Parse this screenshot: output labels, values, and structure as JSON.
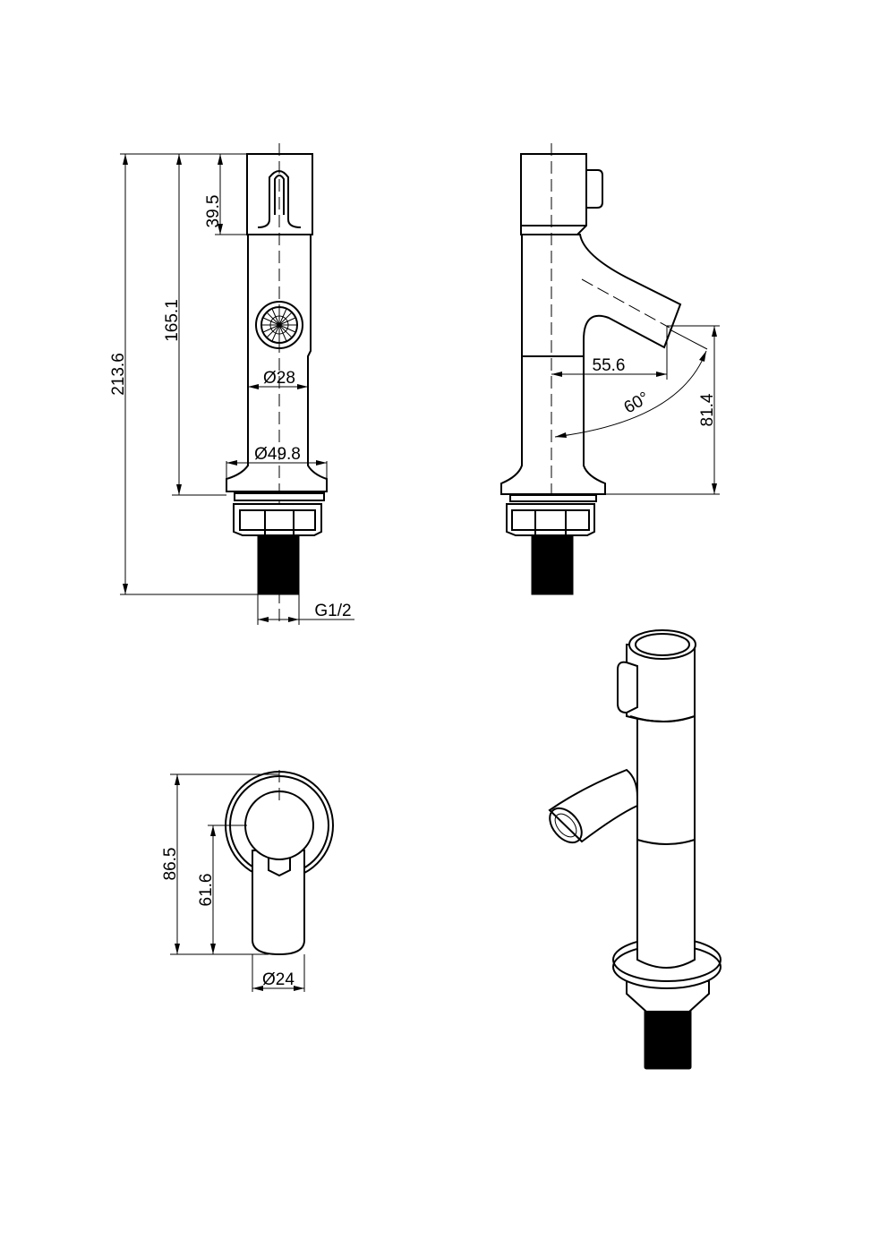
{
  "dimensions": {
    "cap_height": "39.5",
    "spout_height": "165.1",
    "overall_height": "213.6",
    "body_diameter": "Ø28",
    "base_diameter": "Ø49.8",
    "thread": "G1/2",
    "spout_reach": "55.6",
    "spout_angle": "60°",
    "spout_outlet_height": "81.4",
    "top_depth": "86.5",
    "lever_depth": "61.6",
    "lever_width": "Ø24"
  }
}
